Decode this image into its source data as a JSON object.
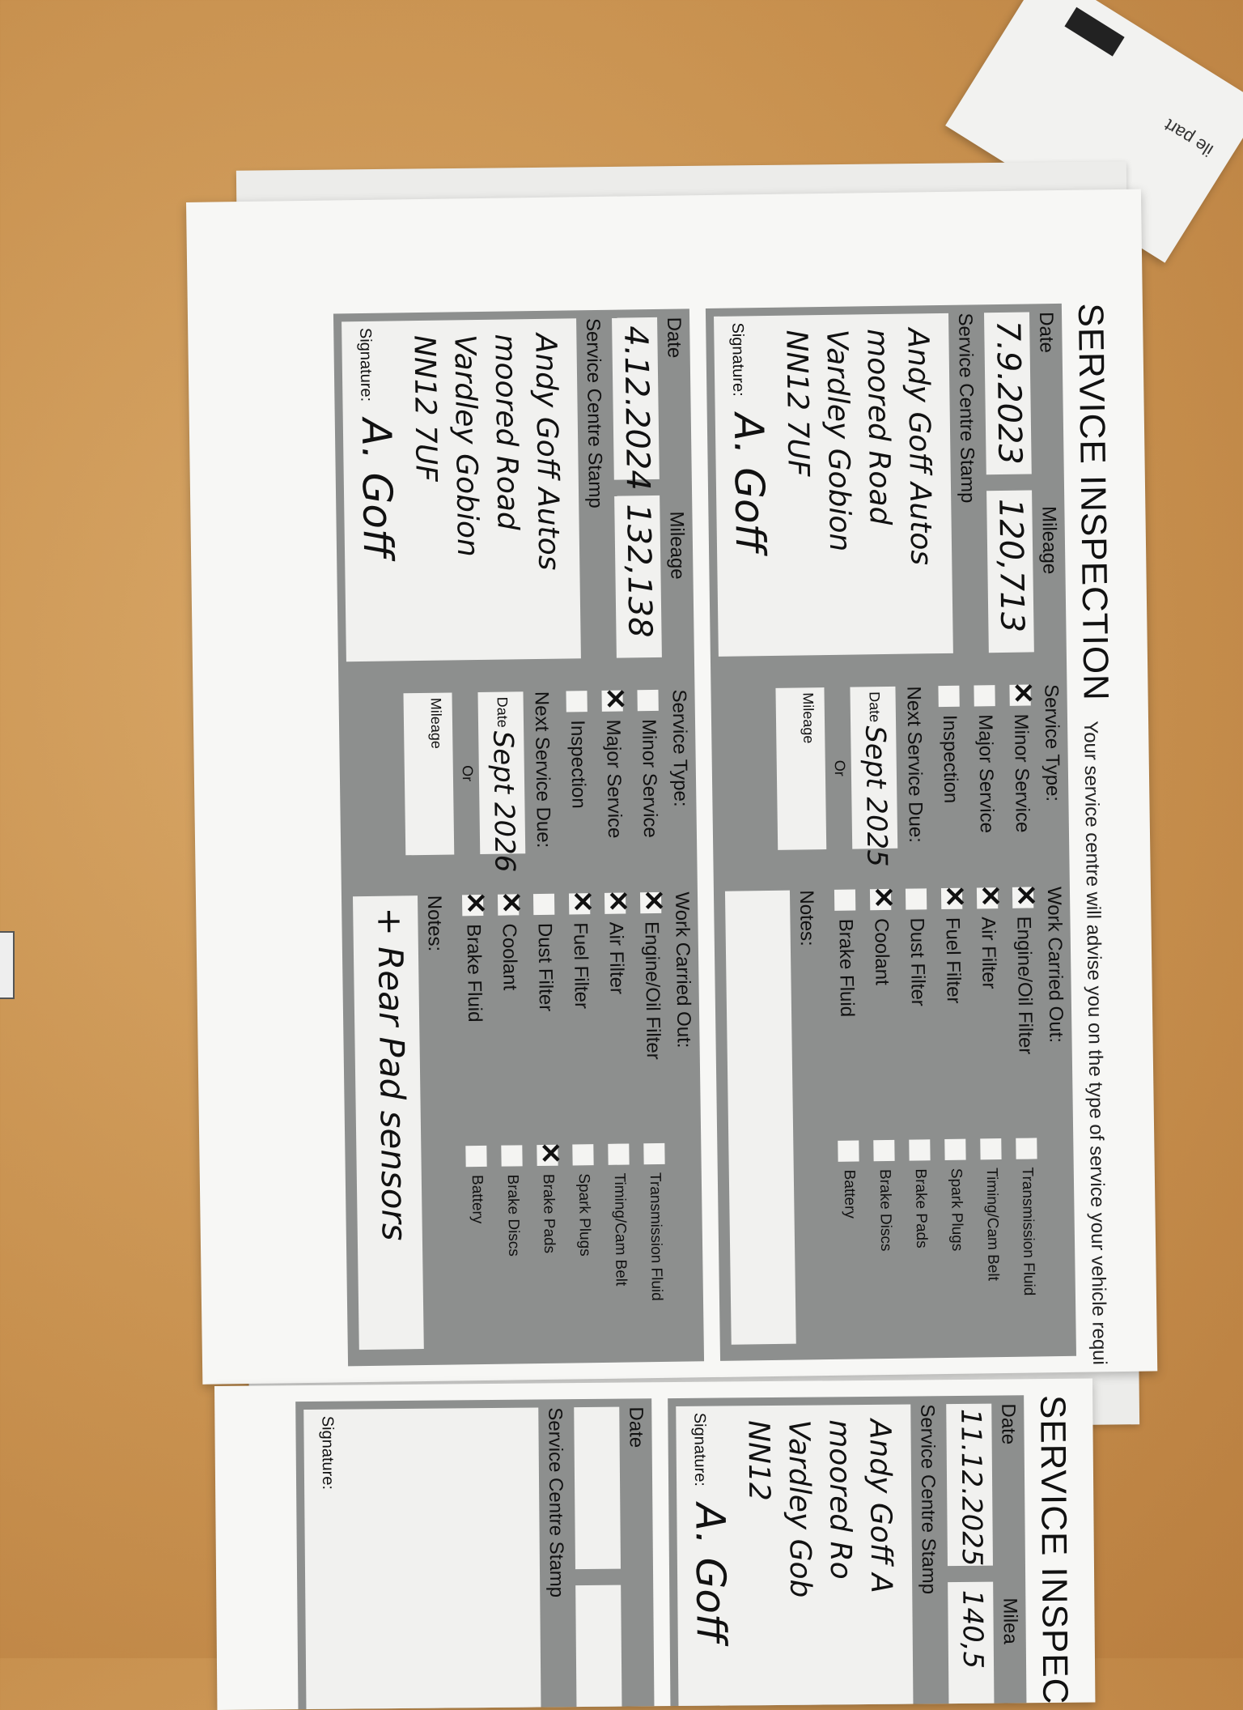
{
  "background": {
    "surface_color": "#c8914f",
    "paper_color": "#f7f7f5",
    "panel_color": "#8d8f8e"
  },
  "scrap": {
    "text": "ile part"
  },
  "header": {
    "title": "SERVICE INSPECTION",
    "subtitle": "Your service centre will advise you on the type of service your vehicle requi"
  },
  "labels": {
    "date": "Date",
    "mileage": "Mileage",
    "service_centre_stamp": "Service Centre Stamp",
    "signature": "Signature:",
    "service_type": "Service Type:",
    "next_service_due": "Next Service Due:",
    "next_date": "Date",
    "or": "Or",
    "work_carried_out": "Work Carried Out:",
    "notes": "Notes:"
  },
  "service_types": [
    "Minor Service",
    "Major Service",
    "Inspection"
  ],
  "work_items_a": [
    "Engine/Oil Filter",
    "Air Filter",
    "Fuel Filter",
    "Dust Filter",
    "Coolant",
    "Brake Fluid"
  ],
  "work_items_b": [
    "Transmission Fluid",
    "Timing/Cam Belt",
    "Spark Plugs",
    "Brake Pads",
    "Brake Discs",
    "Battery"
  ],
  "records": [
    {
      "date": "7.9.2023",
      "mileage": "120,713",
      "stamp": [
        "Andy Goff Autos",
        "moored Road",
        "Vardley Gobion",
        "NN12 7UF"
      ],
      "signature": "A. Goff",
      "service_checked": [
        true,
        false,
        false
      ],
      "next_date": "Sept 2025",
      "next_mileage": "",
      "work_a_checked": [
        true,
        true,
        true,
        false,
        true,
        false
      ],
      "work_b_checked": [
        false,
        false,
        false,
        false,
        false,
        false
      ],
      "notes": ""
    },
    {
      "date": "4.12.2024",
      "mileage": "132,138",
      "stamp": [
        "Andy Goff Autos",
        "moored Road",
        "Vardley Gobion",
        "NN12 7UF"
      ],
      "signature": "A. Goff",
      "service_checked": [
        false,
        true,
        false
      ],
      "next_date": "Sept 2026",
      "next_mileage": "",
      "work_a_checked": [
        true,
        true,
        true,
        false,
        true,
        true
      ],
      "work_b_checked": [
        false,
        false,
        false,
        true,
        false,
        false
      ],
      "notes": "+ Rear Pad sensors"
    }
  ],
  "next_page": {
    "title": "SERVICE INSPECTI",
    "date": "11.12.2025",
    "mileage_partial": "140,5",
    "mileage_label": "Milea",
    "stamp_label": "Service Centre Stamp",
    "stamp": [
      "Andy Goff A",
      "moored Ro",
      "Vardley Gob",
      "NN12"
    ],
    "signature": "A. Goff",
    "blank_stamp_label": "Service Centre Stamp"
  }
}
